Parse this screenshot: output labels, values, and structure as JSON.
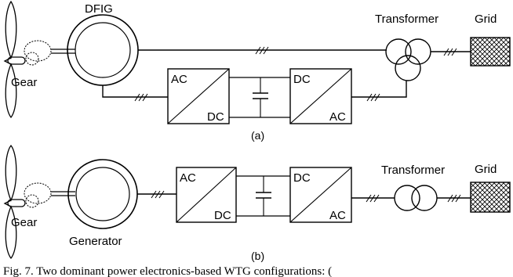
{
  "diagram_a": {
    "label": "(a)",
    "generator_label": "DFIG",
    "gear_label": "Gear",
    "transformer_label": "Transformer",
    "grid_label": "Grid",
    "rectifier": {
      "top": "AC",
      "bottom": "DC"
    },
    "inverter": {
      "top": "DC",
      "bottom": "AC"
    }
  },
  "diagram_b": {
    "label": "(b)",
    "generator_label": "Generator",
    "gear_label": "Gear",
    "transformer_label": "Transformer",
    "grid_label": "Grid",
    "rectifier": {
      "top": "AC",
      "bottom": "DC"
    },
    "inverter": {
      "top": "DC",
      "bottom": "AC"
    }
  },
  "caption": "Fig. 7. Two dominant power electronics-based WTG configurations: ("
}
